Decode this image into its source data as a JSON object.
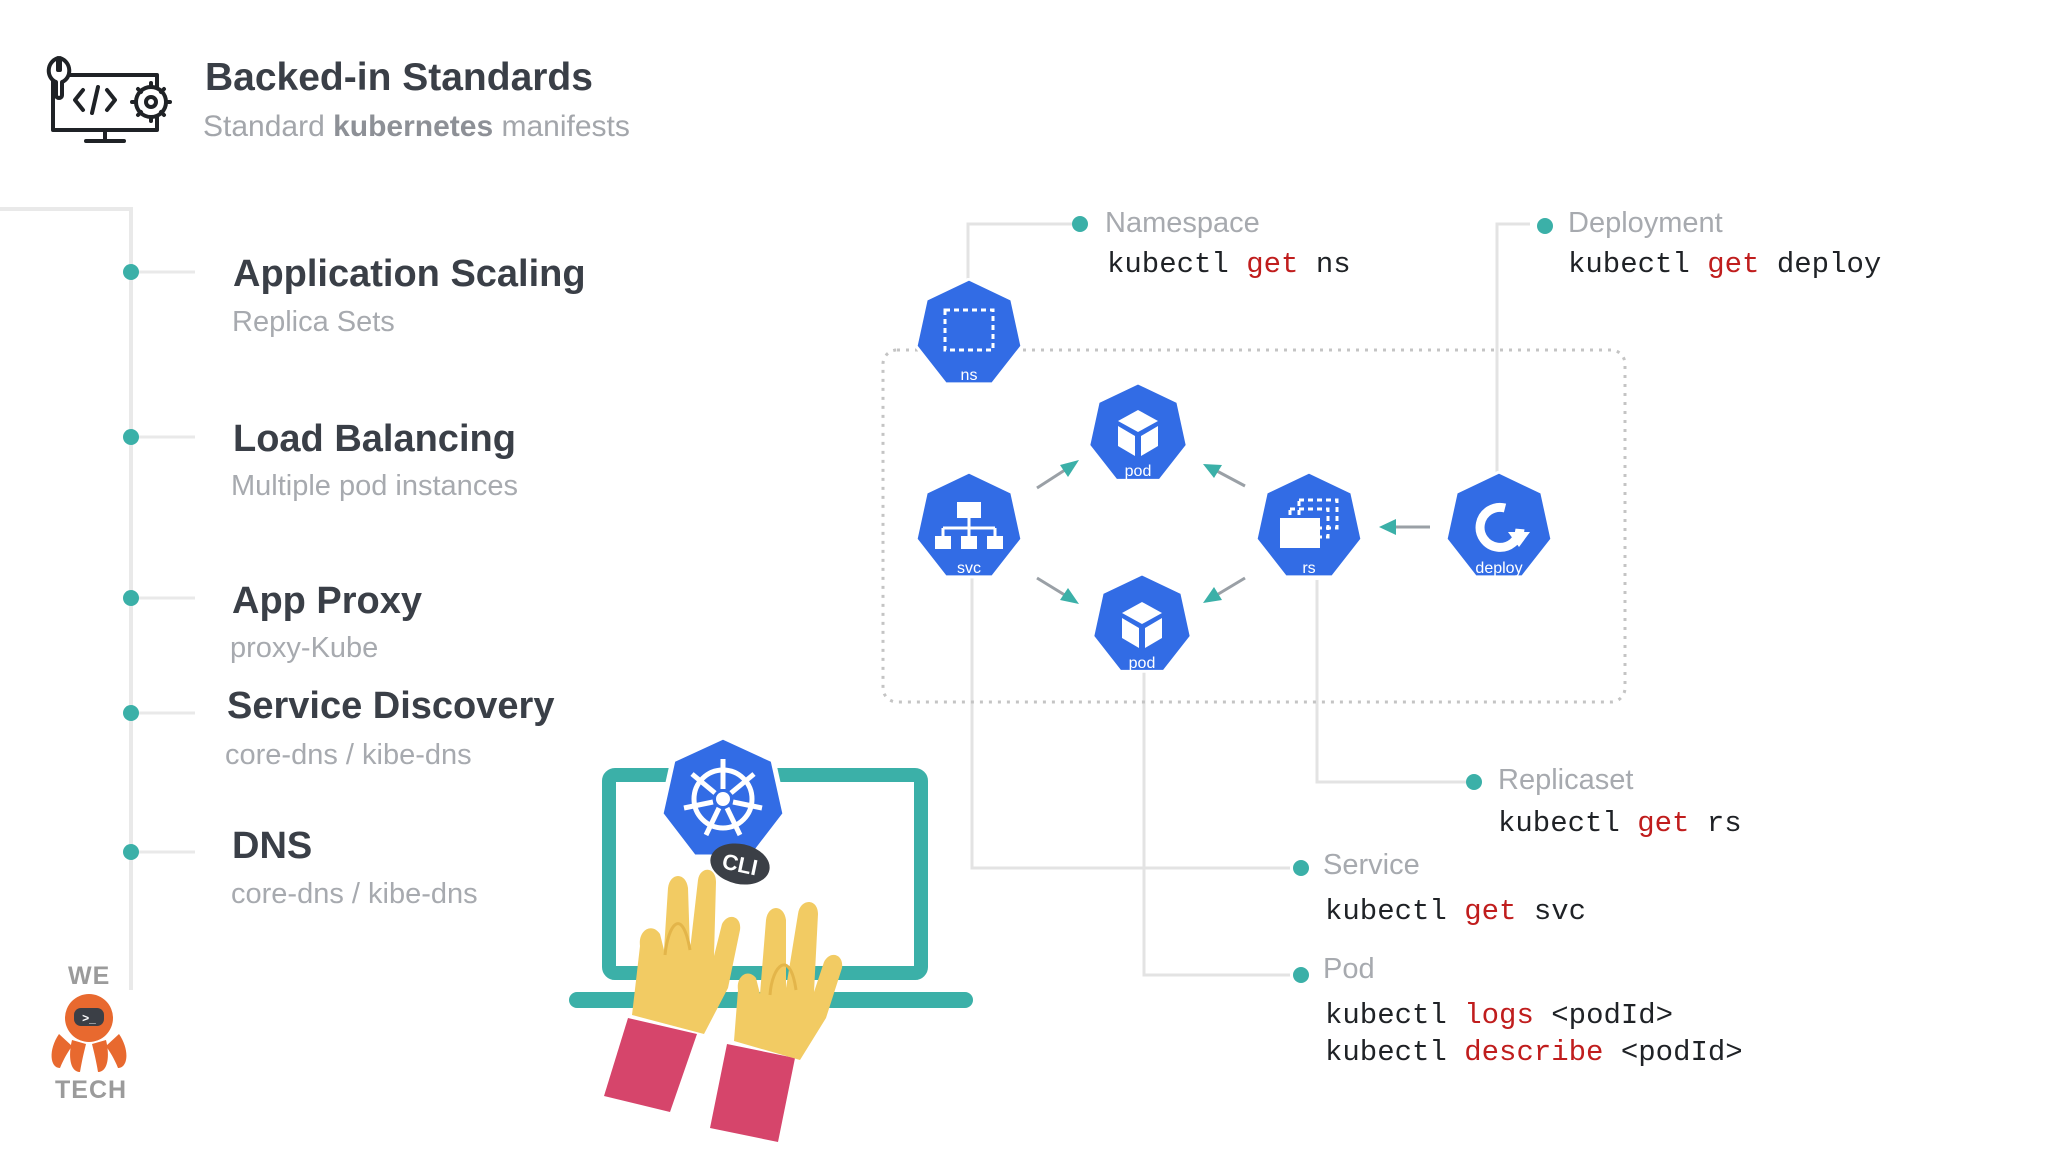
{
  "header": {
    "title": "Backed-in Standards",
    "subtitle_pre": "Standard ",
    "subtitle_bold": "kubernetes",
    "subtitle_post": " manifests",
    "icon": "code-monitor-settings-icon"
  },
  "features": [
    {
      "title": "Application Scaling",
      "subtitle": "Replica Sets"
    },
    {
      "title": "Load Balancing",
      "subtitle": "Multiple pod instances"
    },
    {
      "title": "App Proxy",
      "subtitle": "proxy-Kube"
    },
    {
      "title": "Service Discovery",
      "subtitle": "core-dns / kibe-dns"
    },
    {
      "title": "DNS",
      "subtitle": "core-dns / kibe-dns"
    }
  ],
  "diagram": {
    "nodes": {
      "ns": "ns",
      "pod_top": "pod",
      "pod_bottom": "pod",
      "svc": "svc",
      "rs": "rs",
      "deploy": "deploy"
    },
    "callouts": {
      "namespace": {
        "label": "Namespace",
        "cmd": "kubectl",
        "verb": "get",
        "arg": "ns"
      },
      "deployment": {
        "label": "Deployment",
        "cmd": "kubectl",
        "verb": "get",
        "arg": "deploy"
      },
      "replicaset": {
        "label": "Replicaset",
        "cmd": "kubectl",
        "verb": "get",
        "arg": "rs"
      },
      "service": {
        "label": "Service",
        "cmd": "kubectl",
        "verb": "get",
        "arg": "svc"
      },
      "pod": {
        "label": "Pod",
        "line1": {
          "cmd": "kubectl",
          "verb": "logs",
          "arg": "<podId>"
        },
        "line2": {
          "cmd": "kubectl",
          "verb": "describe",
          "arg": "<podId>"
        }
      }
    }
  },
  "illustration": {
    "badge": "CLI"
  },
  "logo": {
    "top": "WE",
    "bottom": "TECH"
  },
  "colors": {
    "k8s_blue": "#326ce5",
    "teal": "#3bb0a8",
    "verb_red": "#c01d1d",
    "hand_yellow": "#f2cb63",
    "sleeve_pink": "#d6456b",
    "octopus_orange": "#e8692f"
  }
}
